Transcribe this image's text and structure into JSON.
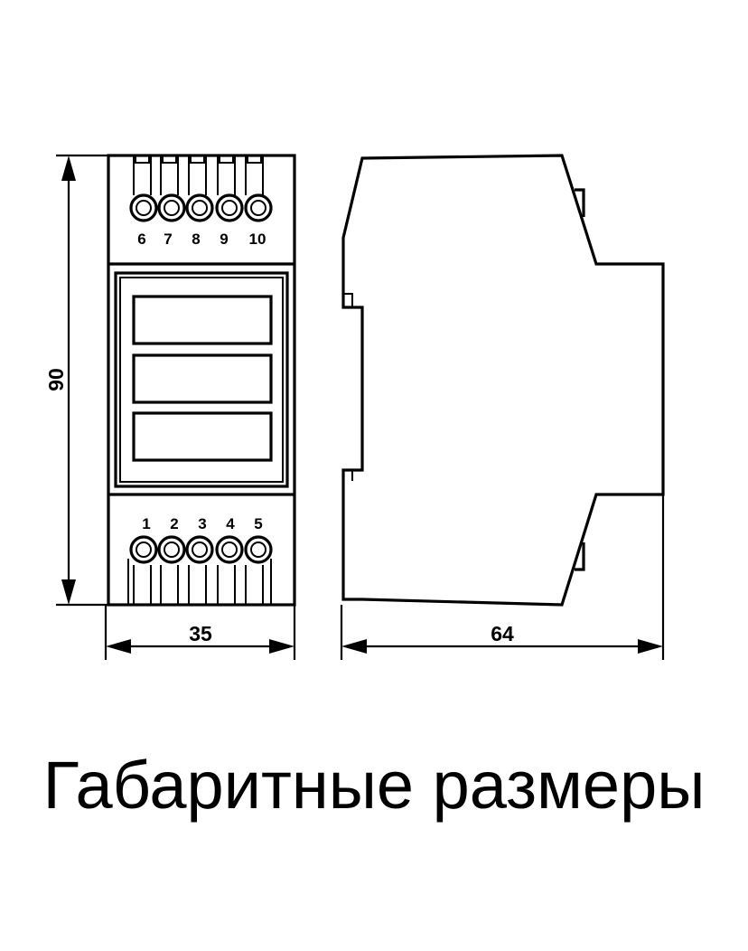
{
  "diagram": {
    "front_view": {
      "top_terminals": [
        "6",
        "7",
        "8",
        "9",
        "10"
      ],
      "bottom_terminals": [
        "1",
        "2",
        "3",
        "4",
        "5"
      ],
      "window_count": 3
    },
    "dimensions": {
      "height": "90",
      "width": "35",
      "depth": "64"
    },
    "caption": "Габаритные размеры"
  }
}
